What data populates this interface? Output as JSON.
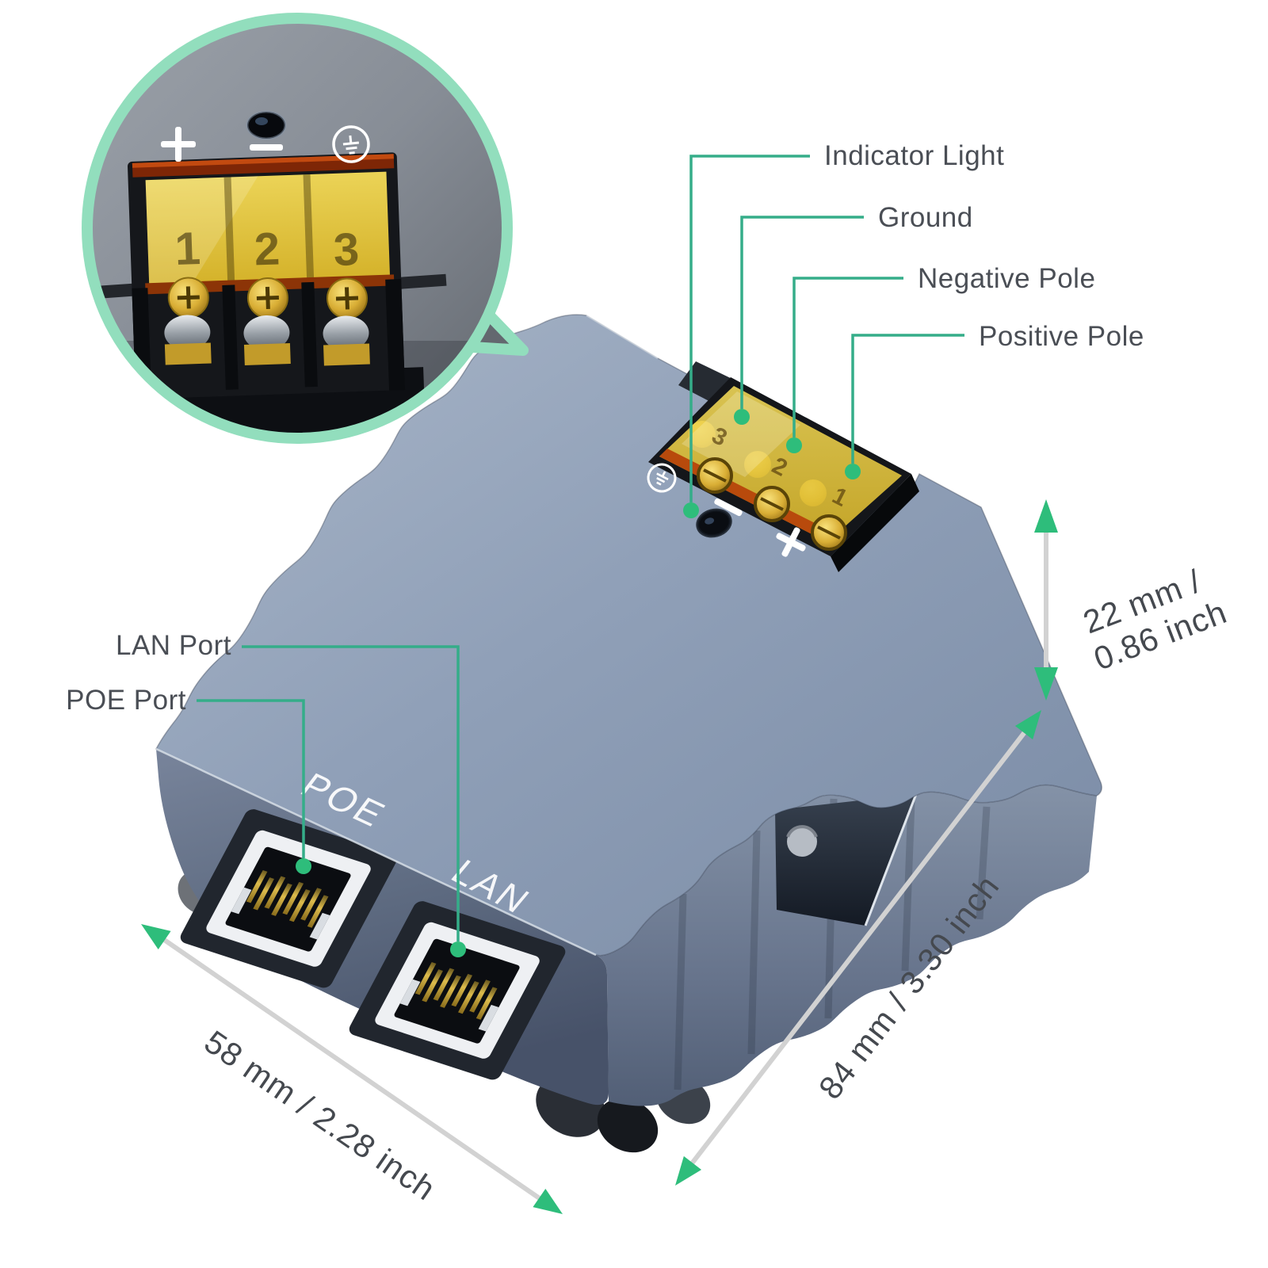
{
  "part_labels": {
    "indicator_light": "Indicator Light",
    "ground": "Ground",
    "negative_pole": "Negative Pole",
    "positive_pole": "Positive Pole",
    "lan_port": "LAN Port",
    "poe_port": "POE Port"
  },
  "dimension_labels": {
    "height_line1": "22 mm /",
    "height_line2": "0.86 inch",
    "depth": "84 mm / 3.30 inch",
    "width": "58 mm / 2.28 inch"
  },
  "device_markings": {
    "poe_print": "POE",
    "lan_print": "LAN",
    "plus_symbol": "+",
    "minus_symbol": "−",
    "terminal_numbers_top": [
      "3",
      "2",
      "1"
    ],
    "terminal_numbers_inset": [
      "1",
      "2",
      "3"
    ]
  },
  "colors": {
    "accent_green": "#2ebd7b",
    "leader_teal": "#35ad89",
    "mint_border": "#92debd",
    "dimension_line_gray": "#d2d2d2",
    "label_text": "#4a4e55",
    "device_top": "#91a1b8",
    "device_side": "#5c6a80",
    "terminal_cover_yellow": "#eccc3e"
  }
}
